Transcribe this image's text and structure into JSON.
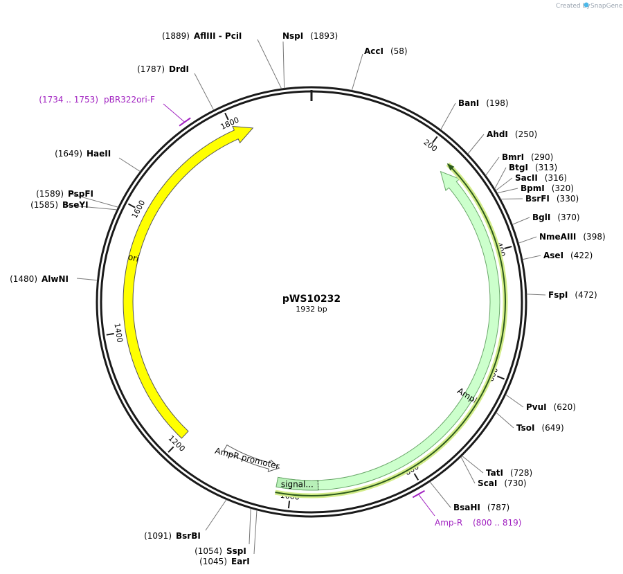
{
  "credit": {
    "created_by": "Created by",
    "app": "SnapGene"
  },
  "plasmid": {
    "name": "pWS10232",
    "size": "1932 bp",
    "length": 1932
  },
  "colors": {
    "backbone": "#1a1a1a",
    "ori": "#ffff00",
    "ampr": "#ccffcc",
    "ampr_stroke": "#3a8a3a",
    "primer": "#a020c0",
    "primer_glow": "#d4ed8a",
    "primer_line": "#2c5a1c",
    "leader": "#777777"
  },
  "ticks": [
    {
      "pos": 200,
      "label": "200"
    },
    {
      "pos": 400,
      "label": "400"
    },
    {
      "pos": 600,
      "label": "600"
    },
    {
      "pos": 800,
      "label": "800"
    },
    {
      "pos": 1000,
      "label": "1000"
    },
    {
      "pos": 1200,
      "label": "1200"
    },
    {
      "pos": 1400,
      "label": "1400"
    },
    {
      "pos": 1600,
      "label": "1600"
    },
    {
      "pos": 1800,
      "label": "1800"
    }
  ],
  "sites": [
    {
      "name": "AccI",
      "pos_text": "(58)",
      "pos": 58
    },
    {
      "name": "BanI",
      "pos_text": "(198)",
      "pos": 198
    },
    {
      "name": "AhdI",
      "pos_text": "(250)",
      "pos": 250
    },
    {
      "name": "BmrI",
      "pos_text": "(290)",
      "pos": 290
    },
    {
      "name": "BtgI",
      "pos_text": "(313)",
      "pos": 313
    },
    {
      "name": "SacII",
      "pos_text": "(316)",
      "pos": 316
    },
    {
      "name": "BpmI",
      "pos_text": "(320)",
      "pos": 320
    },
    {
      "name": "BsrFI",
      "pos_text": "(330)",
      "pos": 330
    },
    {
      "name": "BglI",
      "pos_text": "(370)",
      "pos": 370
    },
    {
      "name": "NmeAIII",
      "pos_text": "(398)",
      "pos": 398
    },
    {
      "name": "AseI",
      "pos_text": "(422)",
      "pos": 422
    },
    {
      "name": "FspI",
      "pos_text": "(472)",
      "pos": 472
    },
    {
      "name": "PvuI",
      "pos_text": "(620)",
      "pos": 620
    },
    {
      "name": "TsoI",
      "pos_text": "(649)",
      "pos": 649
    },
    {
      "name": "TatI",
      "pos_text": "(728)",
      "pos": 728
    },
    {
      "name": "ScaI",
      "pos_text": "(730)",
      "pos": 730
    },
    {
      "name": "BsaHI",
      "pos_text": "(787)",
      "pos": 787
    },
    {
      "name": "EarI",
      "pos_text": "(1045)",
      "pos": 1045
    },
    {
      "name": "SspI",
      "pos_text": "(1054)",
      "pos": 1054
    },
    {
      "name": "BsrBI",
      "pos_text": "(1091)",
      "pos": 1091
    },
    {
      "name": "AlwNI",
      "pos_text": "(1480)",
      "pos": 1480
    },
    {
      "name": "BseYI",
      "pos_text": "(1585)",
      "pos": 1585
    },
    {
      "name": "PspFI",
      "pos_text": "(1589)",
      "pos": 1589
    },
    {
      "name": "HaeII",
      "pos_text": "(1649)",
      "pos": 1649
    },
    {
      "name": "DrdI",
      "pos_text": "(1787)",
      "pos": 1787
    },
    {
      "name": "AflIII - PciI",
      "pos_text": "(1889)",
      "pos": 1889
    },
    {
      "name": "NspI",
      "pos_text": "(1893)",
      "pos": 1893
    }
  ],
  "primers": [
    {
      "name": "pBR322ori-F",
      "range": "(1734 .. 1753)",
      "start": 1734,
      "end": 1753
    },
    {
      "name": "Amp-R",
      "range": "(800 .. 819)",
      "start": 800,
      "end": 819
    }
  ],
  "features": [
    {
      "name": "ori",
      "start": 1200,
      "end": 1832,
      "direction": "cw",
      "track": "outer"
    },
    {
      "name": "AmpR",
      "start": 240,
      "end": 1024,
      "direction": "ccw",
      "track": "inner"
    },
    {
      "name": "signal...",
      "start": 955,
      "end": 1024,
      "track": "inner"
    },
    {
      "name": "AmpR promoter",
      "start": 1025,
      "end": 1130,
      "direction": "ccw",
      "track": "promoter"
    }
  ]
}
